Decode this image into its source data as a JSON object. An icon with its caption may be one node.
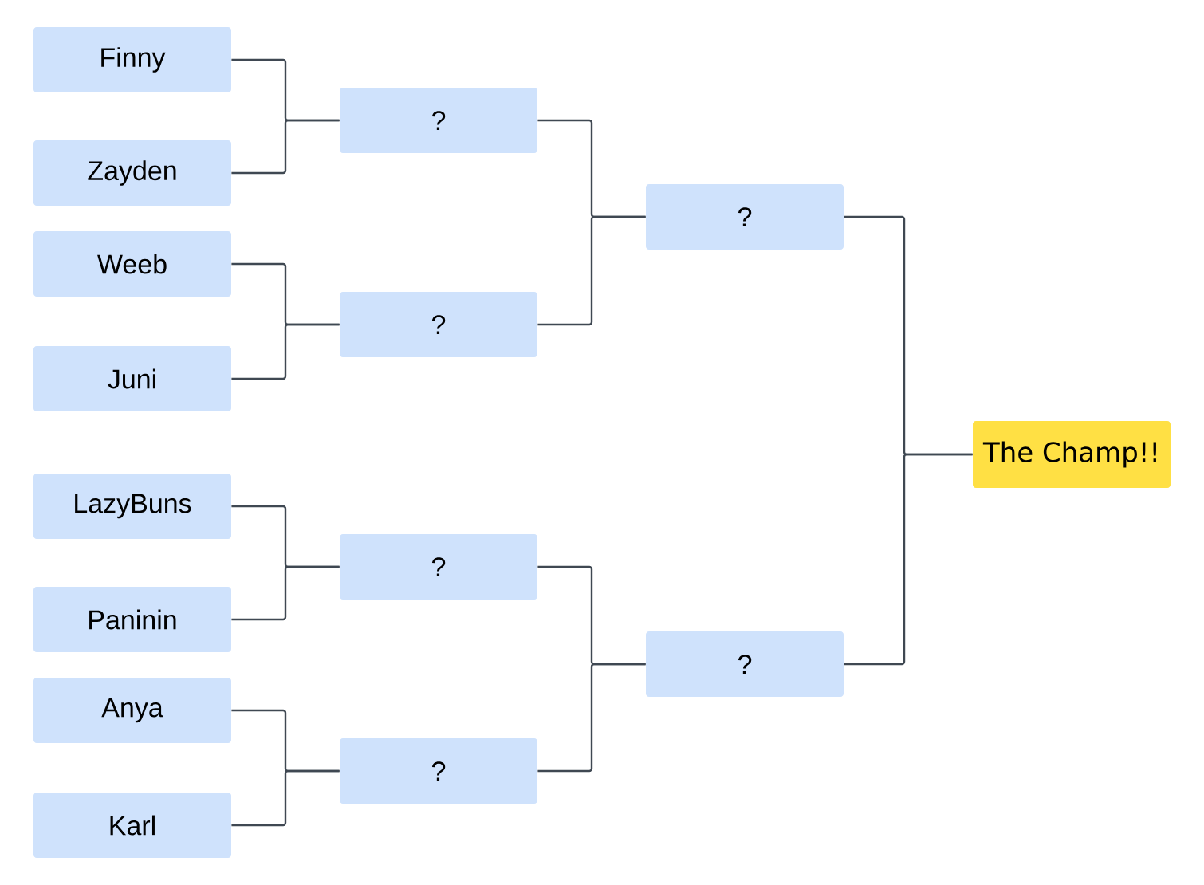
{
  "diagram": {
    "nodes": [
      {
        "text": [
          "Finny"
        ]
      },
      {
        "text": [
          "Zayden"
        ]
      },
      {
        "text": [
          "Weeb"
        ]
      },
      {
        "text": [
          "Juni"
        ]
      },
      {
        "text": [
          "LazyBuns"
        ]
      },
      {
        "text": [
          "Paninin"
        ]
      },
      {
        "text": [
          "Anya"
        ]
      },
      {
        "text": [
          "Karl"
        ]
      },
      {
        "text": [
          "?"
        ]
      },
      {
        "text": [
          "?"
        ]
      },
      {
        "text": [
          "?"
        ]
      },
      {
        "text": [
          "?"
        ]
      },
      {
        "text": [
          "?"
        ]
      },
      {
        "text": [
          "?"
        ]
      },
      {
        "text": [
          "The Champ!!"
        ]
      }
    ],
    "edges": [
      {
        "from": 0,
        "to": 8,
        "arrow": "none"
      },
      {
        "from": 1,
        "to": 8,
        "arrow": "none"
      },
      {
        "from": 2,
        "to": 9,
        "arrow": "none"
      },
      {
        "from": 3,
        "to": 9,
        "arrow": "none"
      },
      {
        "from": 4,
        "to": 10,
        "arrow": "none"
      },
      {
        "from": 5,
        "to": 10,
        "arrow": "none"
      },
      {
        "from": 6,
        "to": 11,
        "arrow": "none"
      },
      {
        "from": 7,
        "to": 11,
        "arrow": "none"
      },
      {
        "from": 8,
        "to": 12,
        "arrow": "none"
      },
      {
        "from": 9,
        "to": 12,
        "arrow": "none"
      },
      {
        "from": 10,
        "to": 13,
        "arrow": "none"
      },
      {
        "from": 11,
        "to": 13,
        "arrow": "none"
      },
      {
        "from": 12,
        "to": 14,
        "arrow": "none"
      },
      {
        "from": 13,
        "to": 14,
        "arrow": "none"
      }
    ]
  }
}
